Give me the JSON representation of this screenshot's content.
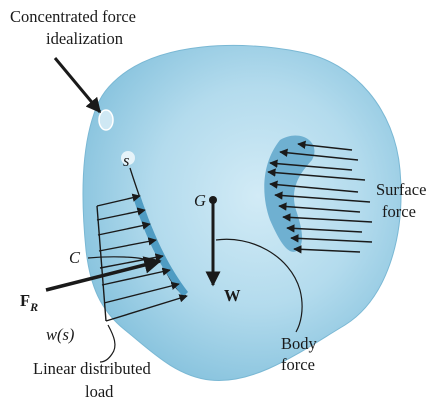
{
  "labels": {
    "concentrated_line1": "Concentrated force",
    "concentrated_line2": "idealization",
    "surface_line1": "Surface",
    "surface_line2": "force",
    "body_line1": "Body",
    "body_line2": "force",
    "linear_line1": "Linear distributed",
    "linear_line2": "load",
    "s": "s",
    "G": "G",
    "C": "C",
    "W": "W",
    "FR_main": "F",
    "FR_sub": "R",
    "ws": "w(s)"
  },
  "colors": {
    "body_fill": "#8fc8e0",
    "body_highlight": "#c4e4f2",
    "strip_fill": "#5aa4c8",
    "ink": "#1a1a1a"
  }
}
